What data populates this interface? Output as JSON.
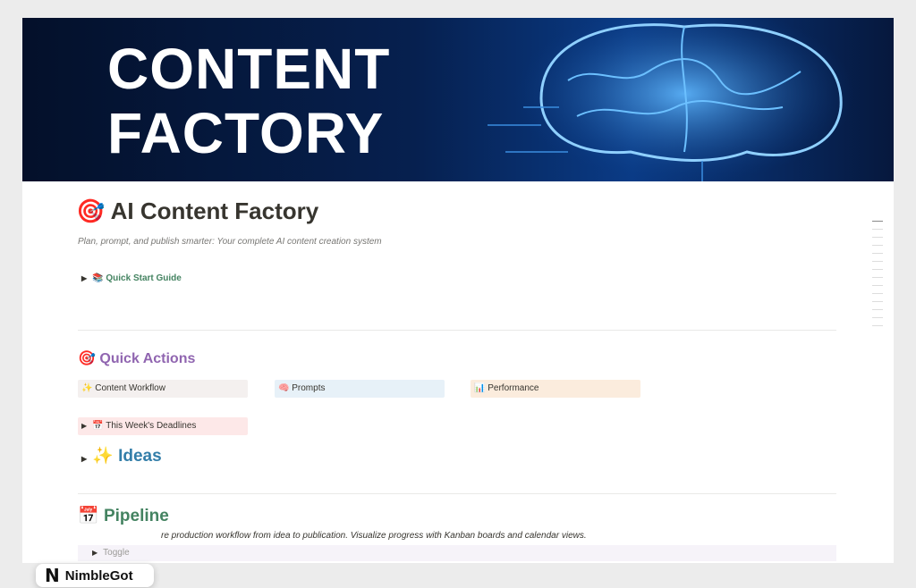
{
  "banner": {
    "line1": "CONTENT",
    "line2": "FACTORY"
  },
  "page": {
    "icon": "🎯",
    "title": "AI Content Factory",
    "subtitle": "Plan, prompt, and publish smarter: Your complete AI content creation system"
  },
  "quick_start": {
    "icon": "📚",
    "label": "Quick Start Guide"
  },
  "quick_actions": {
    "icon": "🎯",
    "heading": "Quick Actions",
    "buttons": [
      {
        "icon": "✨",
        "label": "Content Workflow",
        "color": "#f4f0ef"
      },
      {
        "icon": "🧠",
        "label": "Prompts",
        "color": "#e7f1f8"
      },
      {
        "icon": "📊",
        "label": "Performance",
        "color": "#fbecdd"
      }
    ],
    "deadlines": {
      "icon": "📅",
      "label": "This Week's Deadlines",
      "color": "#fde8e8"
    }
  },
  "ideas": {
    "icon": "✨",
    "heading": "Ideas"
  },
  "pipeline": {
    "icon": "📅",
    "heading": "Pipeline",
    "description": "re production workflow from idea to publication. Visualize progress with Kanban boards and calendar views.",
    "toggle": "Toggle"
  },
  "watermark": {
    "logo": "N",
    "name": "NimbleGot"
  }
}
